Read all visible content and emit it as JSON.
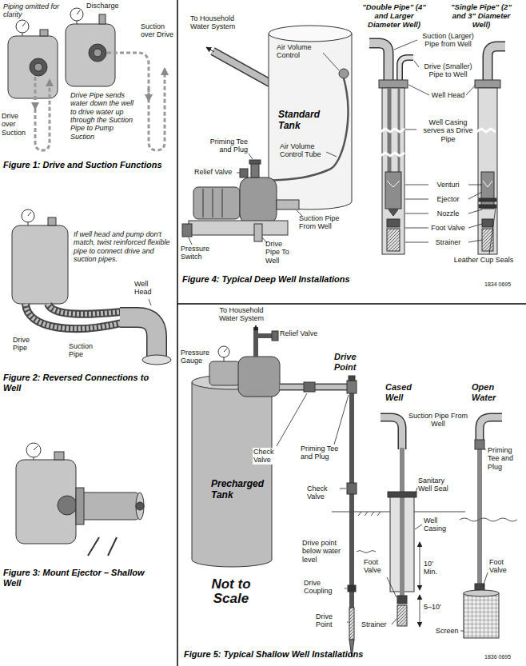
{
  "diagram": {
    "nodes": [
      {
        "text": [
          "Figure 1: Drive and Suction Functions"
        ]
      },
      {
        "text": [
          "Figure 2: Reversed Connections to Well"
        ]
      },
      {
        "text": [
          "Figure 3: Mount Ejector – Shallow Well"
        ]
      },
      {
        "text": [
          "Figure 4: Typical Deep Well Installations"
        ]
      },
      {
        "text": [
          "Standard Tank"
        ],
        "in": 3
      },
      {
        "text": [
          "Figure 5: Typical Shallow Well Installations"
        ]
      },
      {
        "text": [
          "Precharged Tank"
        ],
        "in": 5
      }
    ],
    "labels": [
      "Piping omitted for clarity",
      "Discharge",
      "Suction over Drive",
      "Drive over Suction",
      "Drive Pipe sends water down the well to drive water up through the Suction Pipe to Pump Suction",
      "If well head and pump don't match, twist reinforced flexible pipe to connect drive and suction pipes.",
      "Well Head",
      "Drive Pipe",
      "Suction Pipe",
      "To Household Water System",
      "Air Volume Control",
      "Air Volume Control Tube",
      "Priming Tee and Plug",
      "Relief Valve",
      "Pressure Switch",
      "Suction Pipe From Well",
      "Drive Pipe To Well",
      "\"Double Pipe\" (4\" and Larger Diameter Well)",
      "\"Single Pipe\" (2\" and 3\" Diameter Well)",
      "Suction (Larger) Pipe from Well",
      "Drive (Smaller) Pipe to Well",
      "Well Head",
      "Well Casing serves as Drive Pipe",
      "Venturi",
      "Ejector",
      "Nozzle",
      "Foot Valve",
      "Strainer",
      "Leather Cup Seals",
      "1834 0695",
      "To Household Water System",
      "Relief Valve",
      "Pressure Gauge",
      "Drive Point",
      "Cased Well",
      "Open Water",
      "Suction Pipe From Well",
      "Check Valve",
      "Priming Tee and Plug",
      "Priming Tee and Plug",
      "Sanitary Well Seal",
      "Check Valve",
      "Drive point below water level",
      "Well Casing",
      "Drive Coupling",
      "Foot Valve",
      "10' Min.",
      "Foot Valve",
      "Drive Point",
      "5–10'",
      "Strainer",
      "Screen",
      "Not to Scale",
      "1836 0695"
    ]
  }
}
